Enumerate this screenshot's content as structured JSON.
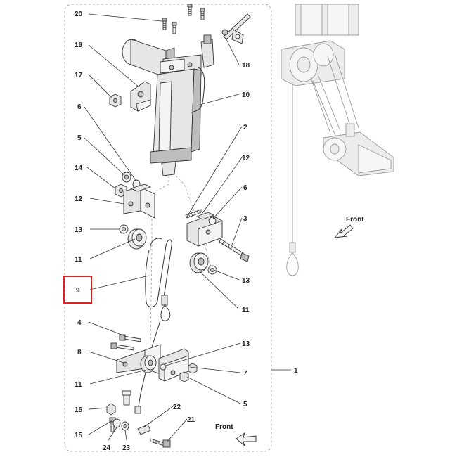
{
  "diagram": {
    "labels": [
      {
        "id": "20",
        "text": "20"
      },
      {
        "id": "19",
        "text": "19"
      },
      {
        "id": "17",
        "text": "17"
      },
      {
        "id": "6a",
        "text": "6"
      },
      {
        "id": "5a",
        "text": "5"
      },
      {
        "id": "14",
        "text": "14"
      },
      {
        "id": "12a",
        "text": "12"
      },
      {
        "id": "13a",
        "text": "13"
      },
      {
        "id": "11a",
        "text": "11"
      },
      {
        "id": "9",
        "text": "9"
      },
      {
        "id": "4",
        "text": "4"
      },
      {
        "id": "8",
        "text": "8"
      },
      {
        "id": "11b",
        "text": "11"
      },
      {
        "id": "16",
        "text": "16"
      },
      {
        "id": "15",
        "text": "15"
      },
      {
        "id": "24",
        "text": "24"
      },
      {
        "id": "23",
        "text": "23"
      },
      {
        "id": "18",
        "text": "18"
      },
      {
        "id": "10",
        "text": "10"
      },
      {
        "id": "2",
        "text": "2"
      },
      {
        "id": "12b",
        "text": "12"
      },
      {
        "id": "6b",
        "text": "6"
      },
      {
        "id": "3",
        "text": "3"
      },
      {
        "id": "13b",
        "text": "13"
      },
      {
        "id": "11c",
        "text": "11"
      },
      {
        "id": "13c",
        "text": "13"
      },
      {
        "id": "7",
        "text": "7"
      },
      {
        "id": "5b",
        "text": "5"
      },
      {
        "id": "22",
        "text": "22"
      },
      {
        "id": "21",
        "text": "21"
      },
      {
        "id": "1",
        "text": "1"
      }
    ],
    "front_labels": [
      "Front",
      "Front"
    ],
    "highlight": {
      "label_id": "9",
      "color": "#e02020"
    }
  }
}
